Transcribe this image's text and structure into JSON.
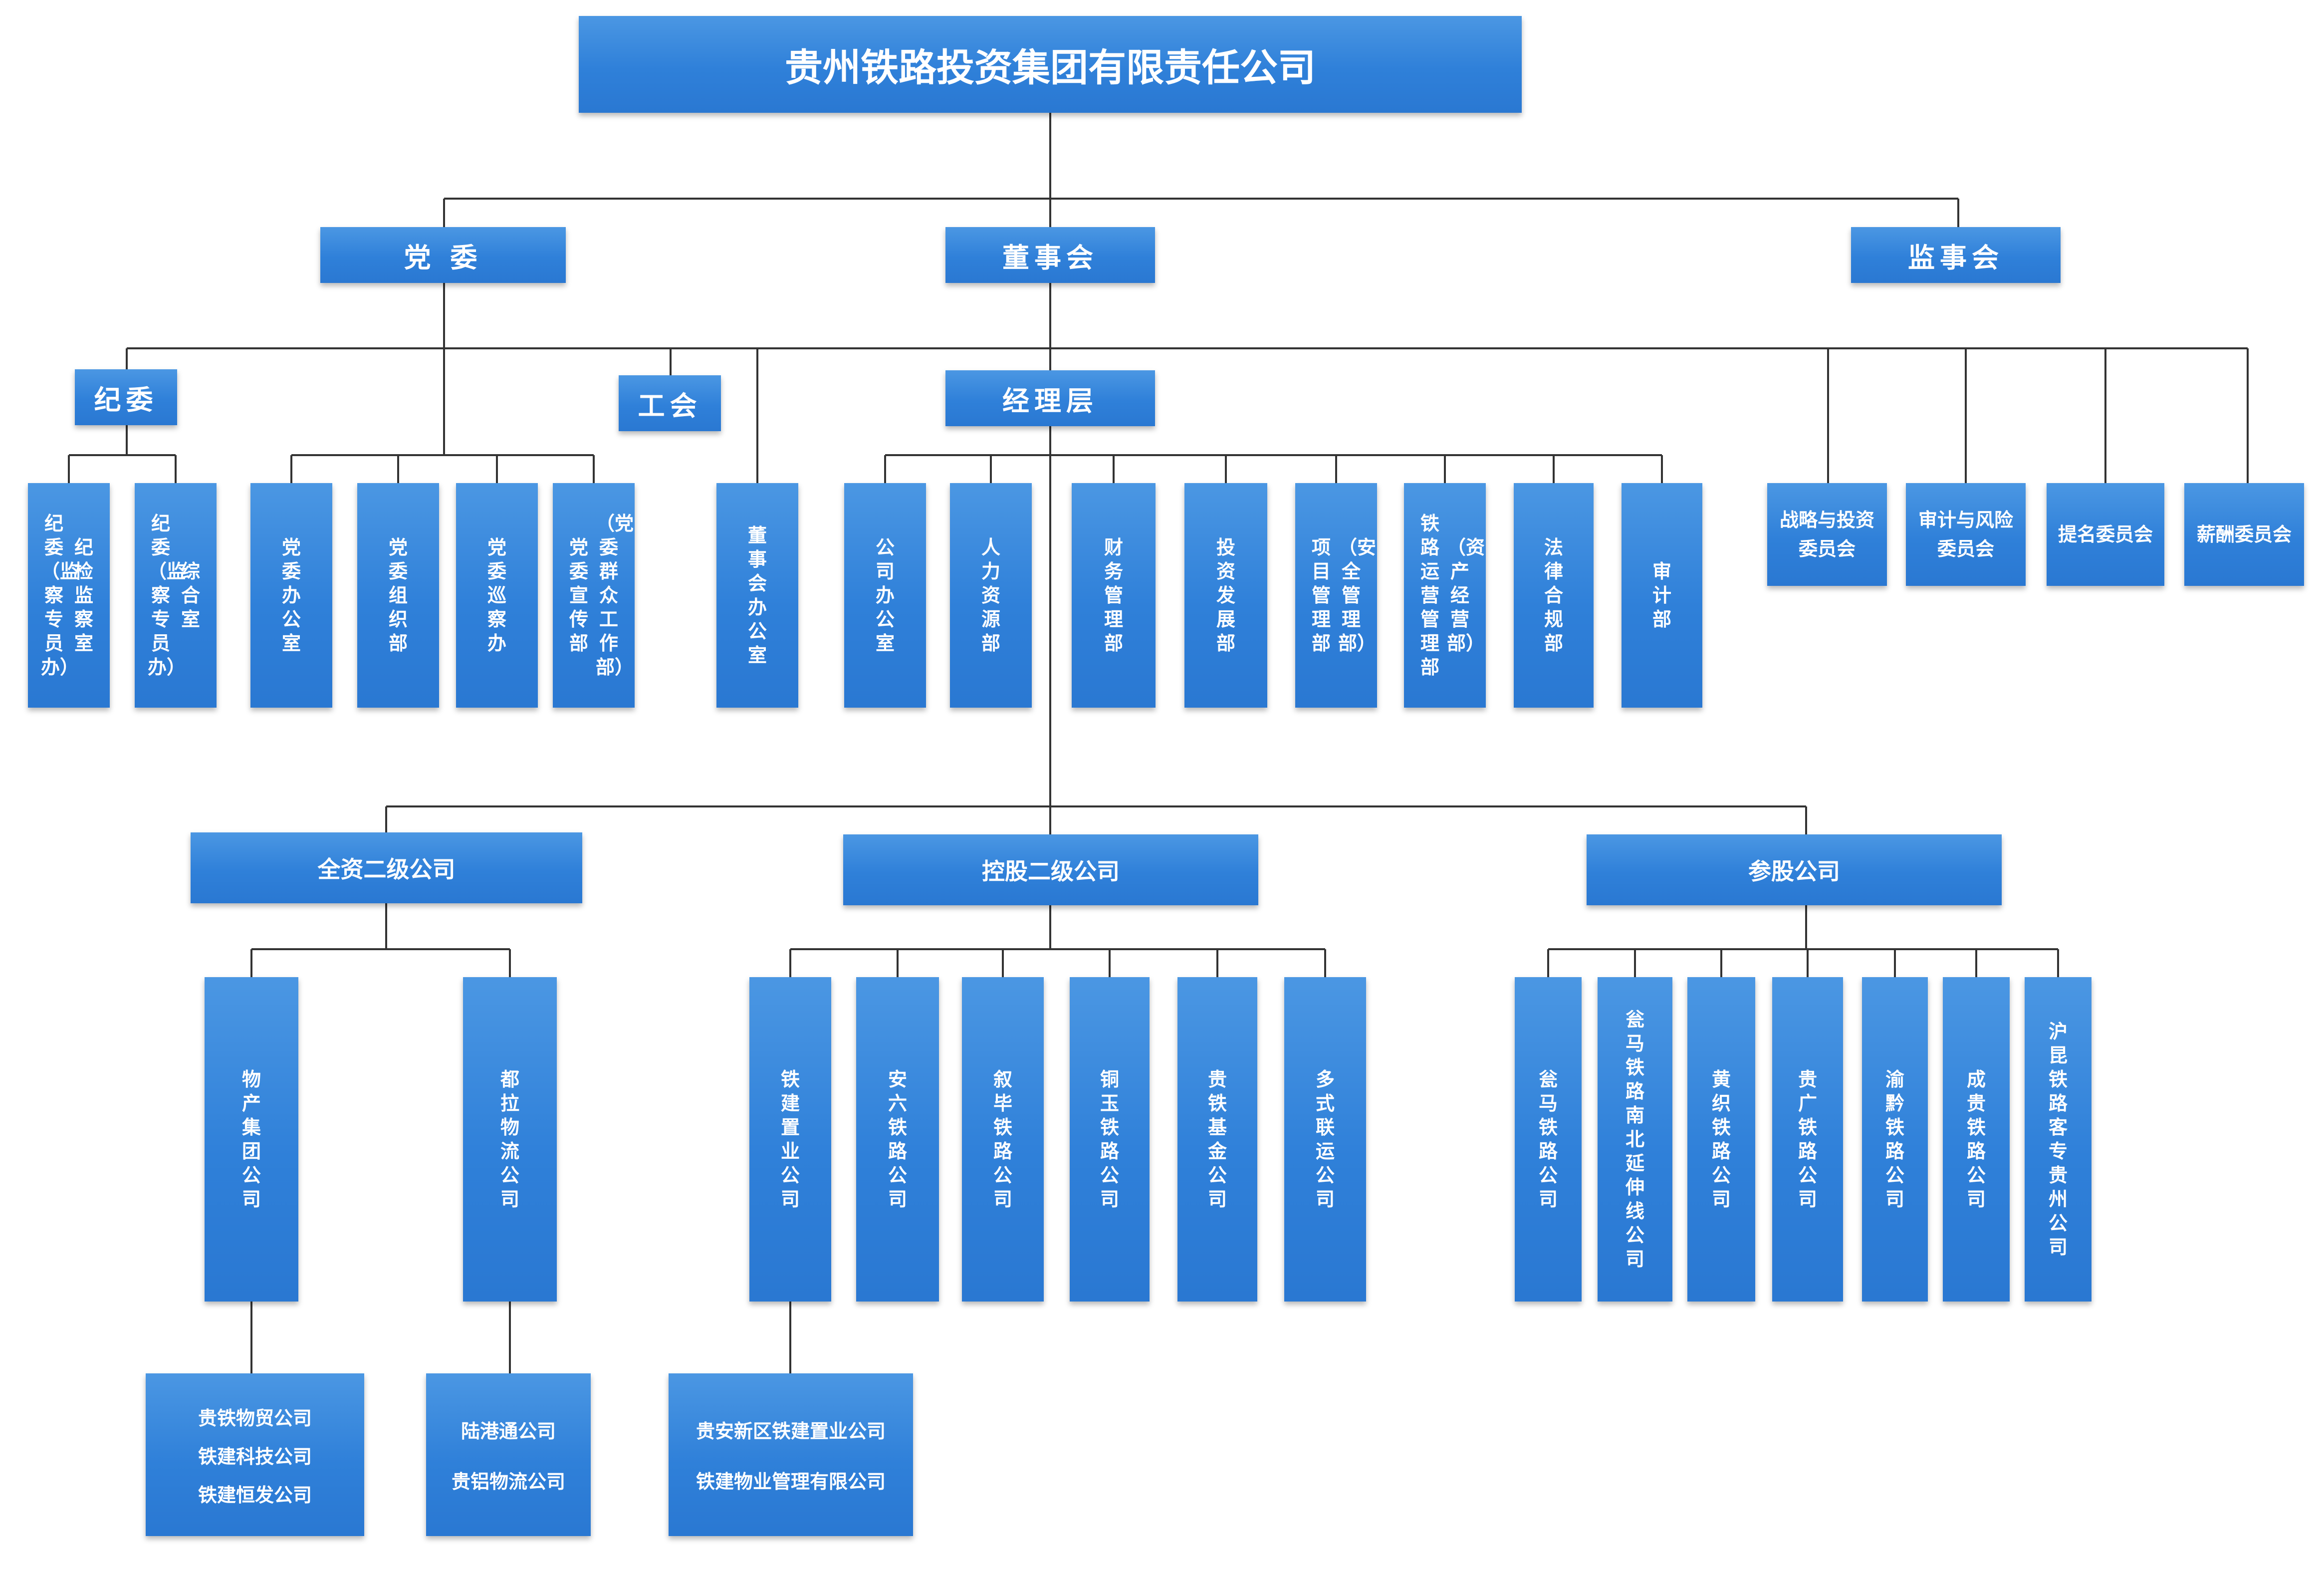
{
  "root": {
    "title": "贵州铁路投资集团有限责任公司"
  },
  "level1": {
    "party": "党 委",
    "board": "董事会",
    "supervisory": "监事会"
  },
  "level2": {
    "discipline": "纪委",
    "union": "工会",
    "management": "经理层"
  },
  "discipline_units": [
    [
      "纪检监察室",
      "纪委（监察专员办）"
    ],
    [
      "综合室",
      "纪委（监察专员办）"
    ]
  ],
  "party_units": [
    "党委办公室",
    "党委组织部",
    "党委巡察办",
    [
      "（党委群众工作部）",
      "党委宣传部"
    ]
  ],
  "board_office": "董事会办公室",
  "management_units": [
    "公司办公室",
    "人力资源部",
    "财务管理部",
    "投资发展部",
    [
      "（安全管理部）",
      "项目管理部"
    ],
    [
      "（资产经营部）",
      "铁路运营管理部"
    ],
    "法律合规部",
    "审 计 部"
  ],
  "committees": [
    "战略与投资\n委员会",
    "审计与风险\n委员会",
    "提名委员会",
    "薪酬委员会"
  ],
  "groups": {
    "wholly": "全资二级公司",
    "holding": "控股二级公司",
    "share": "参股公司"
  },
  "wholly_companies": [
    "物产集团公司",
    "都拉物流公司"
  ],
  "holding_companies": [
    "铁建置业公司",
    "安六铁路公司",
    "叙毕铁路公司",
    "铜玉铁路公司",
    "贵铁基金公司",
    "多式联运公司"
  ],
  "share_companies": [
    "瓮马铁路公司",
    "瓮马铁路南北延伸线公司",
    "黄织铁路公司",
    "贵广铁路公司",
    "渝黔铁路公司",
    "成贵铁路公司",
    "沪昆铁路客专贵州公司"
  ],
  "subsidiaries": {
    "wuchan": [
      "贵铁物贸公司",
      "铁建科技公司",
      "铁建恒发公司"
    ],
    "dula": [
      "陆港通公司",
      "贵铝物流公司"
    ],
    "tiejian": [
      "贵安新区铁建置业公司",
      "铁建物业管理有限公司"
    ]
  },
  "colors": {
    "box_top": "#4b97e3",
    "box_bottom": "#2a78d2",
    "line": "#333333",
    "text": "#ffffff"
  }
}
